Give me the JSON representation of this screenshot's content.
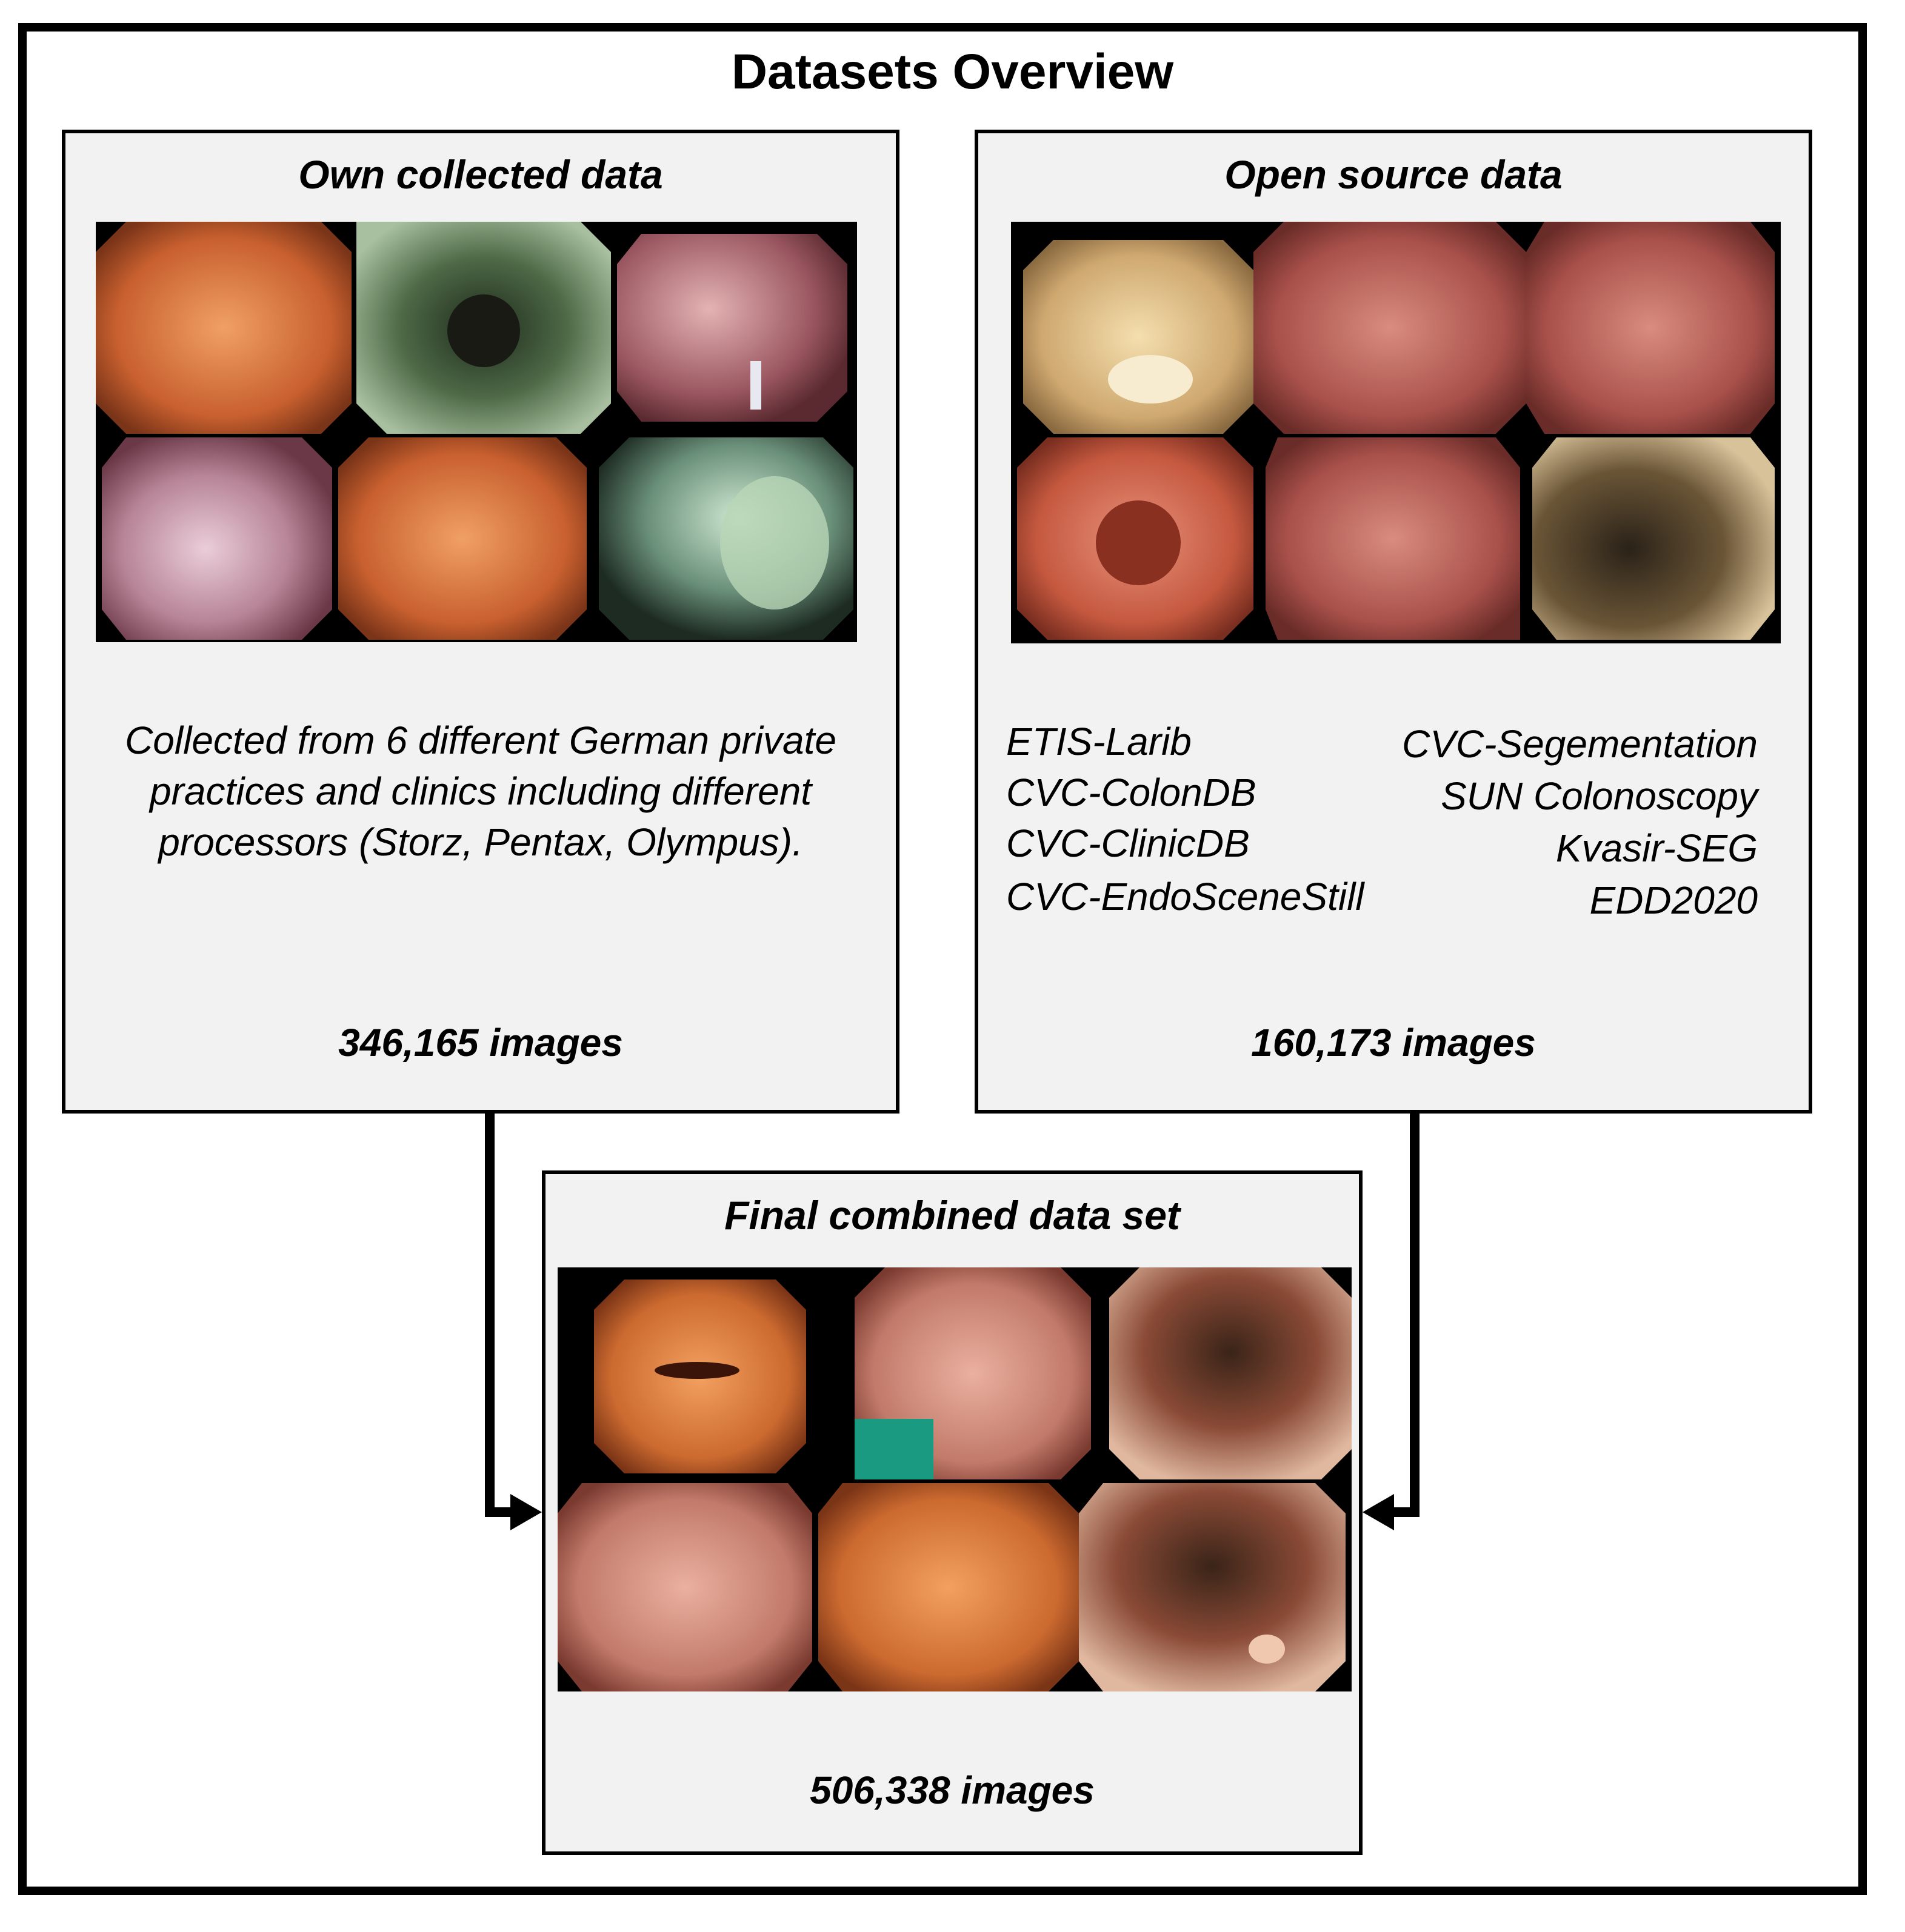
{
  "title": "Datasets Overview",
  "own": {
    "heading": "Own collected data",
    "description": "Collected from 6 different German private practices and clinics including different processors (Storz, Pentax, Olympus).",
    "count": "346,165 images"
  },
  "open": {
    "heading": "Open source data",
    "datasets_left": [
      "ETIS-Larib",
      "CVC-ColonDB",
      "CVC-ClinicDB",
      "CVC-EndoSceneStill"
    ],
    "datasets_right": [
      "CVC-Segementation",
      "SUN Colonoscopy",
      "Kvasir-SEG",
      "EDD2020"
    ],
    "count": "160,173 images"
  },
  "combined": {
    "heading": "Final combined data set",
    "count": "506,338 images"
  },
  "colors": {
    "border": "#000000",
    "box_fill": "#f2f2f2",
    "tissue_orange": "#d9703e",
    "tissue_pink": "#c97a78",
    "tissue_dark": "#3a2a20",
    "tissue_green": "#6f9a7d"
  }
}
